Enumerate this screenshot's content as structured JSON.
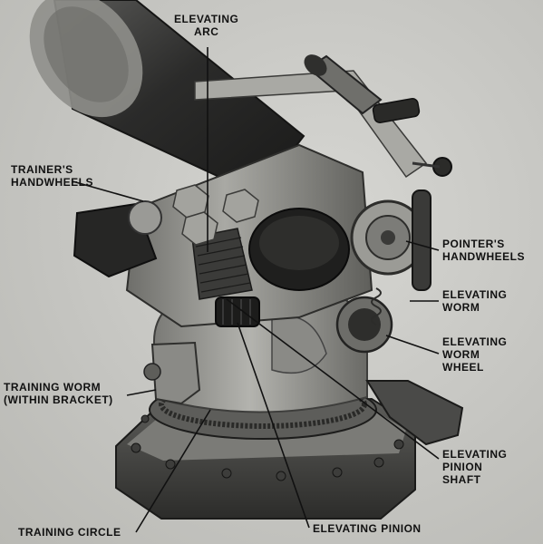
{
  "labels": {
    "elevating_arc": [
      "ELEVATING",
      "ARC"
    ],
    "trainers_handwheels": [
      "TRAINER'S",
      "HANDWHEELS"
    ],
    "pointers_handwheels": [
      "POINTER'S",
      "HANDWHEELS"
    ],
    "elevating_worm": [
      "ELEVATING",
      "WORM"
    ],
    "elevating_worm_wheel": [
      "ELEVATING",
      "WORM",
      "WHEEL"
    ],
    "training_worm": [
      "TRAINING WORM",
      "(WITHIN BRACKET)"
    ],
    "elevating_pinion_shaft": [
      "ELEVATING",
      "PINION",
      "SHAFT"
    ],
    "training_circle": [
      "TRAINING CIRCLE"
    ],
    "elevating_pinion": [
      "ELEVATING PINION"
    ]
  }
}
